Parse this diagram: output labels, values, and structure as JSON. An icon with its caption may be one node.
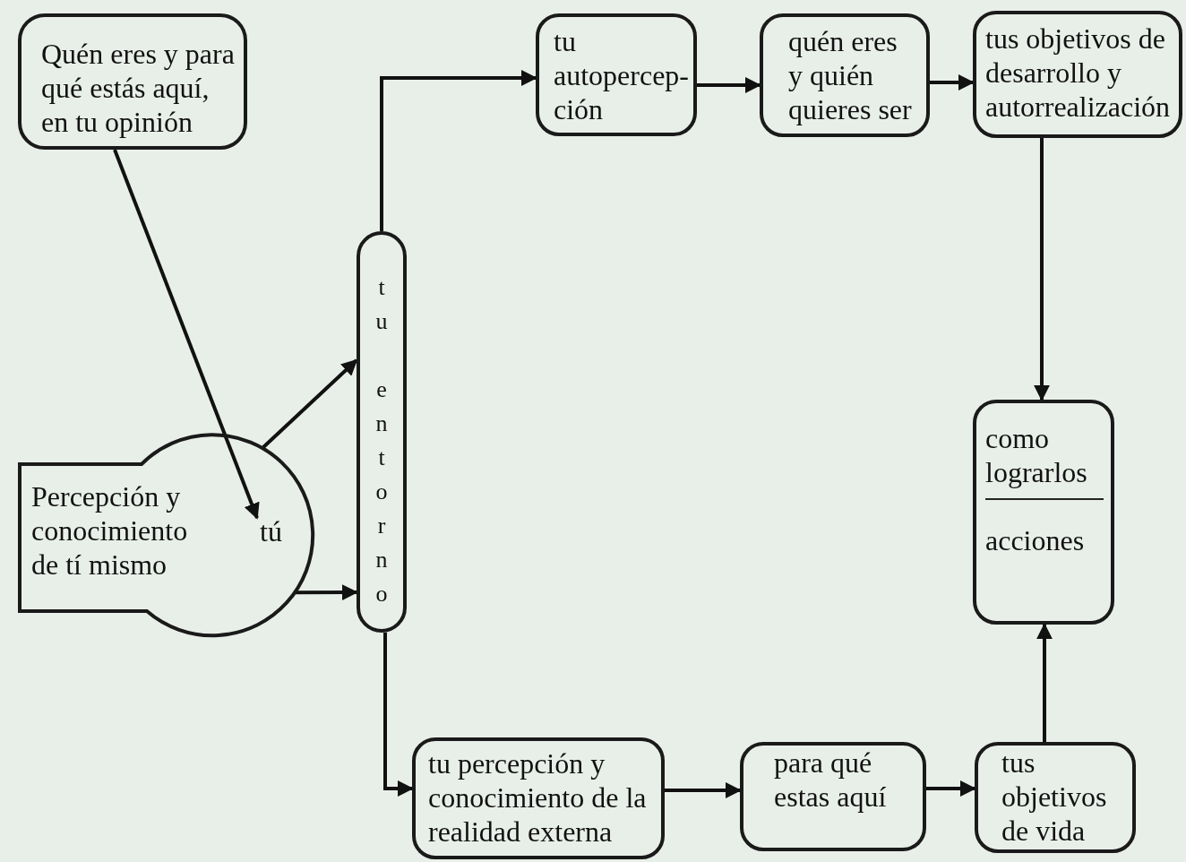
{
  "diagram": {
    "nodes": [
      {
        "text": [
          "Quén eres y para qué estás aquí, en tu opinión"
        ]
      },
      {
        "text": [
          "Percepción y conocimiento de tí mismo",
          "tú"
        ]
      },
      {
        "text": [
          "tu entorno"
        ]
      },
      {
        "text": [
          "tu autopercep- ción"
        ]
      },
      {
        "text": [
          "quén eres y quién quieres ser"
        ]
      },
      {
        "text": [
          "tus objetivos de desarrollo y autorrealización"
        ]
      },
      {
        "text": [
          "como lograrlos",
          "acciones"
        ]
      },
      {
        "text": [
          "tu percepción y conocimiento de la realidad externa"
        ]
      },
      {
        "text": [
          "para qué estas aquí"
        ]
      },
      {
        "text": [
          "tus objetivos de vida"
        ]
      }
    ],
    "edges": [
      {
        "from": 0,
        "to": 1,
        "arrow": "to"
      },
      {
        "from": 1,
        "to": 2,
        "arrow": "to"
      },
      {
        "from": 1,
        "to": 2,
        "arrow": "to"
      },
      {
        "from": 2,
        "to": 3,
        "arrow": "to"
      },
      {
        "from": 2,
        "to": 7,
        "arrow": "to"
      },
      {
        "from": 3,
        "to": 4,
        "arrow": "to"
      },
      {
        "from": 4,
        "to": 5,
        "arrow": "to"
      },
      {
        "from": 5,
        "to": 6,
        "arrow": "to"
      },
      {
        "from": 7,
        "to": 8,
        "arrow": "to"
      },
      {
        "from": 8,
        "to": 9,
        "arrow": "to"
      },
      {
        "from": 9,
        "to": 6,
        "arrow": "to"
      }
    ]
  }
}
